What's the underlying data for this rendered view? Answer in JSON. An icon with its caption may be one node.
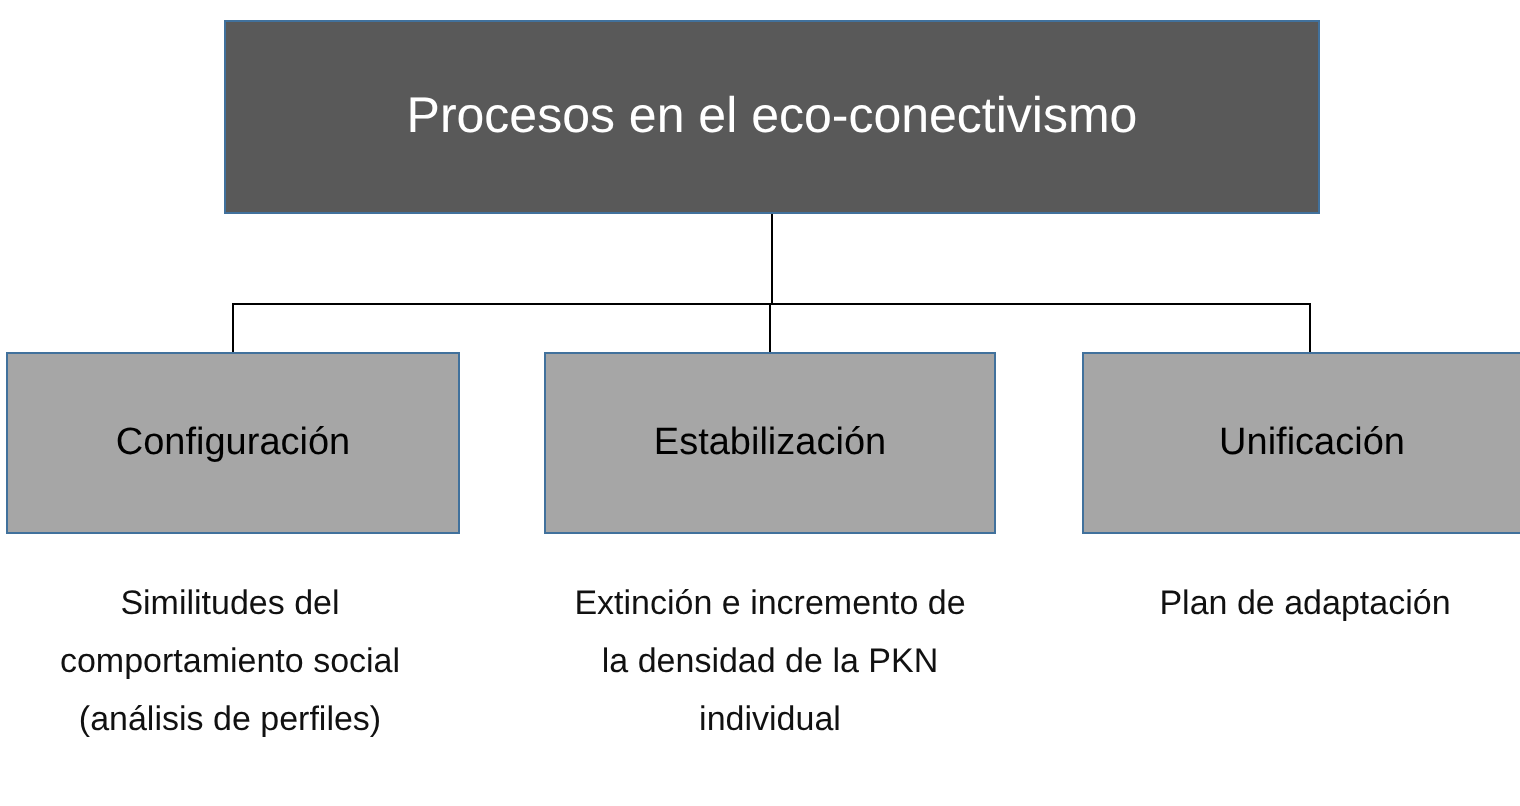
{
  "diagram": {
    "nodes": [
      {
        "text": [
          "Procesos en el eco-conectivismo"
        ]
      },
      {
        "text": [
          "Configuración"
        ],
        "beside": [
          "Similitudes del comportamiento social (análisis de perfiles)"
        ]
      },
      {
        "text": [
          "Estabilización"
        ],
        "beside": [
          "Extinción e incremento de la densidad de la PKN individual"
        ]
      },
      {
        "text": [
          "Unificación"
        ],
        "beside": [
          "Plan de adaptación"
        ]
      }
    ],
    "edges": [
      {
        "from": 0,
        "to": 1,
        "arrow": "none"
      },
      {
        "from": 0,
        "to": 2,
        "arrow": "none"
      },
      {
        "from": 0,
        "to": 3,
        "arrow": "none"
      }
    ]
  }
}
